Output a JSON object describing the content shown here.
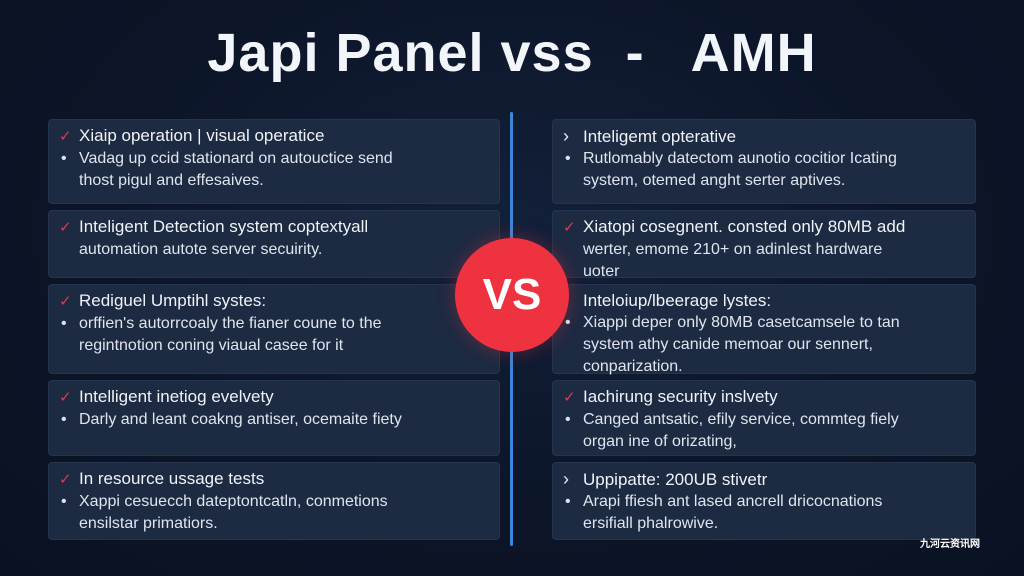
{
  "title": "Japi Panel vss  -   AMH",
  "vs_label": "VS",
  "watermark": "九河云资讯网",
  "left": [
    {
      "mark": "✓",
      "heading": "Xiaip operation | visual operatice",
      "lines": [
        [
          "•",
          "Vadag up ccid stationard on autouctice send"
        ],
        [
          "",
          "thost pigul and effesaives."
        ]
      ]
    },
    {
      "mark": "✓",
      "heading": "Inteligent Detection system coptextyall",
      "lines": [
        [
          "",
          "automation autote server secuirity."
        ]
      ]
    },
    {
      "mark": "✓",
      "heading": "Rediguel Umptihl systes:",
      "lines": [
        [
          "•",
          "orffien's autorrcoaly the fianer coune to the"
        ],
        [
          "",
          "regintnotion coning viaual casee for it"
        ]
      ]
    },
    {
      "mark": "✓",
      "heading": "Intelligent inetiog evelvety",
      "lines": [
        [
          "•",
          "Darly and leant coakng antiser, ocemaite fiety"
        ]
      ]
    },
    {
      "mark": "✓",
      "heading": "In resource ussage tests",
      "lines": [
        [
          "•",
          "Xappi cesuecch dateptontcatln, conmetions"
        ],
        [
          "",
          "ensilstar primatiors."
        ]
      ]
    }
  ],
  "right": [
    {
      "mark": "›",
      "heading": "Inteligemt opterative",
      "lines": [
        [
          "•",
          "Rutlomably datectom aunotio cocitior Icating"
        ],
        [
          "",
          "system, otemed anght serter aptives."
        ]
      ]
    },
    {
      "mark": "✓",
      "heading": "Xiatopi cosegnent. consted only 80MB add",
      "lines": [
        [
          "",
          "werter, emome 210+ on adinlest hardware"
        ],
        [
          "",
          "uoter"
        ]
      ]
    },
    {
      "mark": "",
      "heading": "Inteloiup/lbeerage lystes:",
      "lines": [
        [
          "•",
          "Xiappi deper only 80MB casetcamsele to tan"
        ],
        [
          "",
          "system athy canide memoar our sennert,"
        ],
        [
          "",
          "conparization."
        ]
      ]
    },
    {
      "mark": "✓",
      "heading": "Iachirung security inslvety",
      "lines": [
        [
          "•",
          "Canged antsatic, efily service, commteg fiely"
        ],
        [
          "",
          "organ ine of orizating,"
        ]
      ]
    },
    {
      "mark": "›",
      "heading": "Uppipatte: 200UB stivetr",
      "lines": [
        [
          "•",
          "Arapi ffiesh ant lased ancrell dricocnations"
        ],
        [
          "",
          "ersifiall phalrowive."
        ]
      ]
    }
  ]
}
